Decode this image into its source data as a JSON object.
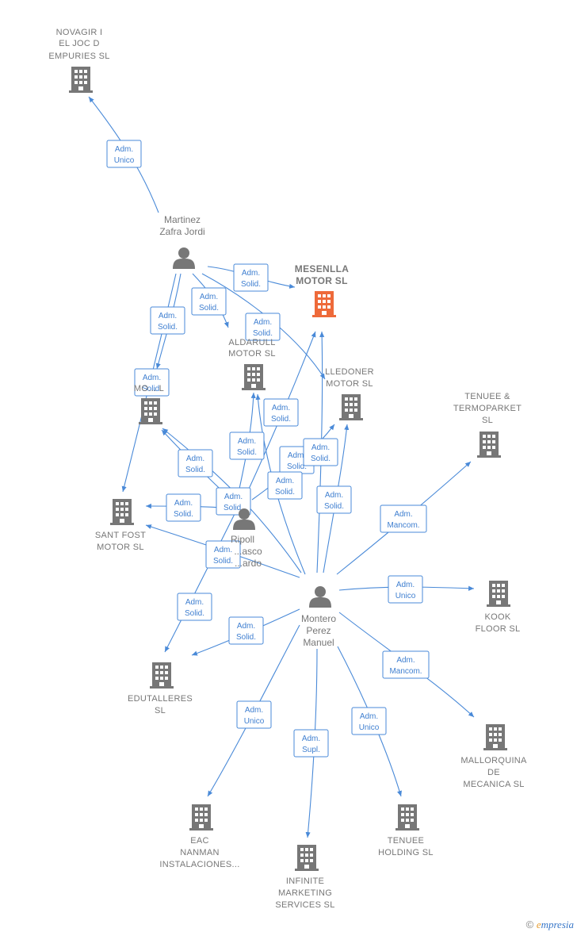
{
  "colors": {
    "edge": "#4a8ad8",
    "building": "#777777",
    "focus_building": "#ee6a3a",
    "person": "#777777"
  },
  "companies": [
    {
      "id": "novagir",
      "lines": [
        "NOVAGIR I",
        "EL JOC D",
        "EMPURIES  SL"
      ]
    },
    {
      "id": "mesenlla",
      "lines": [
        "MESENLLA",
        "MOTOR  SL"
      ],
      "focus": true
    },
    {
      "id": "aldarull",
      "lines": [
        "ALDARULL",
        "MOTOR  SL"
      ]
    },
    {
      "id": "lledoner",
      "lines": [
        "LLEDONER",
        "MOTOR  SL"
      ]
    },
    {
      "id": "mo",
      "lines": [
        "MO...  L"
      ]
    },
    {
      "id": "tenuee_t",
      "lines": [
        "TENUEE &",
        "TERMOPARKET",
        "SL"
      ]
    },
    {
      "id": "santfost",
      "lines": [
        "SANT FOST",
        "MOTOR  SL"
      ]
    },
    {
      "id": "kook",
      "lines": [
        "KOOK",
        "FLOOR  SL"
      ]
    },
    {
      "id": "edutalleres",
      "lines": [
        "EDUTALLERES",
        "SL"
      ]
    },
    {
      "id": "mallorquina",
      "lines": [
        "MALLORQUINA",
        "DE",
        "MECANICA  SL"
      ]
    },
    {
      "id": "eac",
      "lines": [
        "EAC",
        "NANMAN",
        "INSTALACIONES..."
      ]
    },
    {
      "id": "infinite",
      "lines": [
        "INFINITE",
        "MARKETING",
        "SERVICES SL"
      ]
    },
    {
      "id": "tenuee_h",
      "lines": [
        "TENUEE",
        "HOLDING  SL"
      ]
    }
  ],
  "persons": [
    {
      "id": "martinez",
      "lines": [
        "Martinez",
        "Zafra Jordi"
      ]
    },
    {
      "id": "ripoll",
      "lines": [
        "Ripoll",
        "...asco",
        "...ardo"
      ]
    },
    {
      "id": "montero",
      "lines": [
        "Montero",
        "Perez",
        "Manuel"
      ]
    }
  ],
  "relations": [
    {
      "id": "r_novagir",
      "lines": [
        "Adm.",
        "Unico"
      ]
    },
    {
      "id": "r_mz_mes",
      "lines": [
        "Adm.",
        "Solid."
      ]
    },
    {
      "id": "r_mz_ald",
      "lines": [
        "Adm.",
        "Solid."
      ]
    },
    {
      "id": "r_mz_lle",
      "lines": [
        "Adm.",
        "Solid."
      ]
    },
    {
      "id": "r_mz_mo",
      "lines": [
        "Adm.",
        "Solid."
      ]
    },
    {
      "id": "r_mz_sf",
      "lines": [
        "Adm.",
        "Solid."
      ]
    },
    {
      "id": "r_rp_mo",
      "lines": [
        "Adm.",
        "Solid."
      ]
    },
    {
      "id": "r_rp_ald",
      "lines": [
        "Adm.",
        "Solid."
      ]
    },
    {
      "id": "r_rp_mes",
      "lines": [
        "Adm.",
        "Solid."
      ]
    },
    {
      "id": "r_rp_lle",
      "lines": [
        "Adm.",
        "Solid."
      ]
    },
    {
      "id": "r_rp_sf",
      "lines": [
        "Adm.",
        "Solid."
      ]
    },
    {
      "id": "r_mp_ald",
      "lines": [
        "Adm.",
        "Solid."
      ]
    },
    {
      "id": "r_mp_mes",
      "lines": [
        "Adm.",
        "Solid."
      ]
    },
    {
      "id": "r_mp_lle",
      "lines": [
        "Adm.",
        "Solid."
      ]
    },
    {
      "id": "r_mp_mo",
      "lines": [
        "Adm.",
        "Solid."
      ]
    },
    {
      "id": "r_mp_sf",
      "lines": [
        "Adm.",
        "Solid."
      ]
    },
    {
      "id": "r_mp_edu",
      "lines": [
        "Adm.",
        "Solid."
      ]
    },
    {
      "id": "r_mp_edu2",
      "lines": [
        "Adm.",
        "Solid."
      ]
    },
    {
      "id": "r_mp_tt",
      "lines": [
        "Adm.",
        "Mancom."
      ]
    },
    {
      "id": "r_mp_kook",
      "lines": [
        "Adm.",
        "Unico"
      ]
    },
    {
      "id": "r_mp_mall",
      "lines": [
        "Adm.",
        "Mancom."
      ]
    },
    {
      "id": "r_mp_eac",
      "lines": [
        "Adm.",
        "Unico"
      ]
    },
    {
      "id": "r_mp_inf",
      "lines": [
        "Adm.",
        "Supl."
      ]
    },
    {
      "id": "r_mp_th",
      "lines": [
        "Adm.",
        "Unico"
      ]
    }
  ],
  "footer": {
    "copyright": "©",
    "brand_first": "e",
    "brand_rest": "mpresia"
  }
}
